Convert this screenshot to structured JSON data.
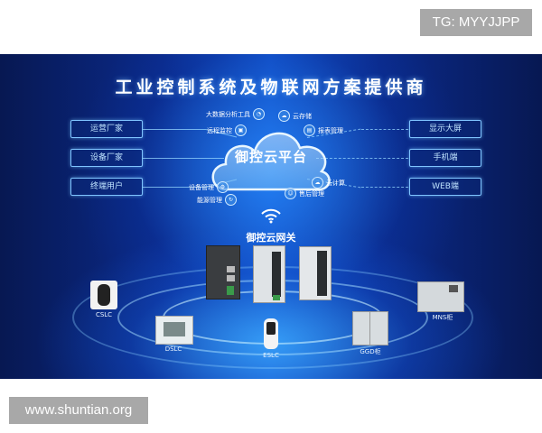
{
  "watermarks": {
    "top_right": "TG: MYYJJPP",
    "bottom_left": "www.shuntian.org"
  },
  "diagram": {
    "title": "工业控制系统及物联网方案提供商",
    "left_boxes": [
      {
        "label": "运营厂家"
      },
      {
        "label": "设备厂家"
      },
      {
        "label": "终端用户"
      }
    ],
    "right_boxes": [
      {
        "label": "显示大屏"
      },
      {
        "label": "手机端"
      },
      {
        "label": "WEB端"
      }
    ],
    "cloud": {
      "label": "御控云平台",
      "features": [
        {
          "label": "大数据分析工具",
          "icon": "chart-icon"
        },
        {
          "label": "云存储",
          "icon": "cloud-storage-icon"
        },
        {
          "label": "远程监控",
          "icon": "monitor-icon"
        },
        {
          "label": "报表管理",
          "icon": "report-icon"
        },
        {
          "label": "设备管理",
          "icon": "gear-icon"
        },
        {
          "label": "云计算",
          "icon": "cloud-compute-icon"
        },
        {
          "label": "能源管理",
          "icon": "energy-icon"
        },
        {
          "label": "售后管理",
          "icon": "service-icon"
        }
      ]
    },
    "gateway": {
      "label": "御控云网关",
      "icon": "wifi-icon"
    },
    "devices": [
      {
        "label": "CSLC"
      },
      {
        "label": "DSLC"
      },
      {
        "label": "ESLC"
      },
      {
        "label": "GGD柜"
      },
      {
        "label": "MNS柜"
      }
    ],
    "colors": {
      "background_dark": "#071852",
      "background_mid": "#1250c8",
      "line": "#96d7ff",
      "box_border": "#7fc4ff",
      "watermark_bg": "#a8a8a8"
    }
  }
}
